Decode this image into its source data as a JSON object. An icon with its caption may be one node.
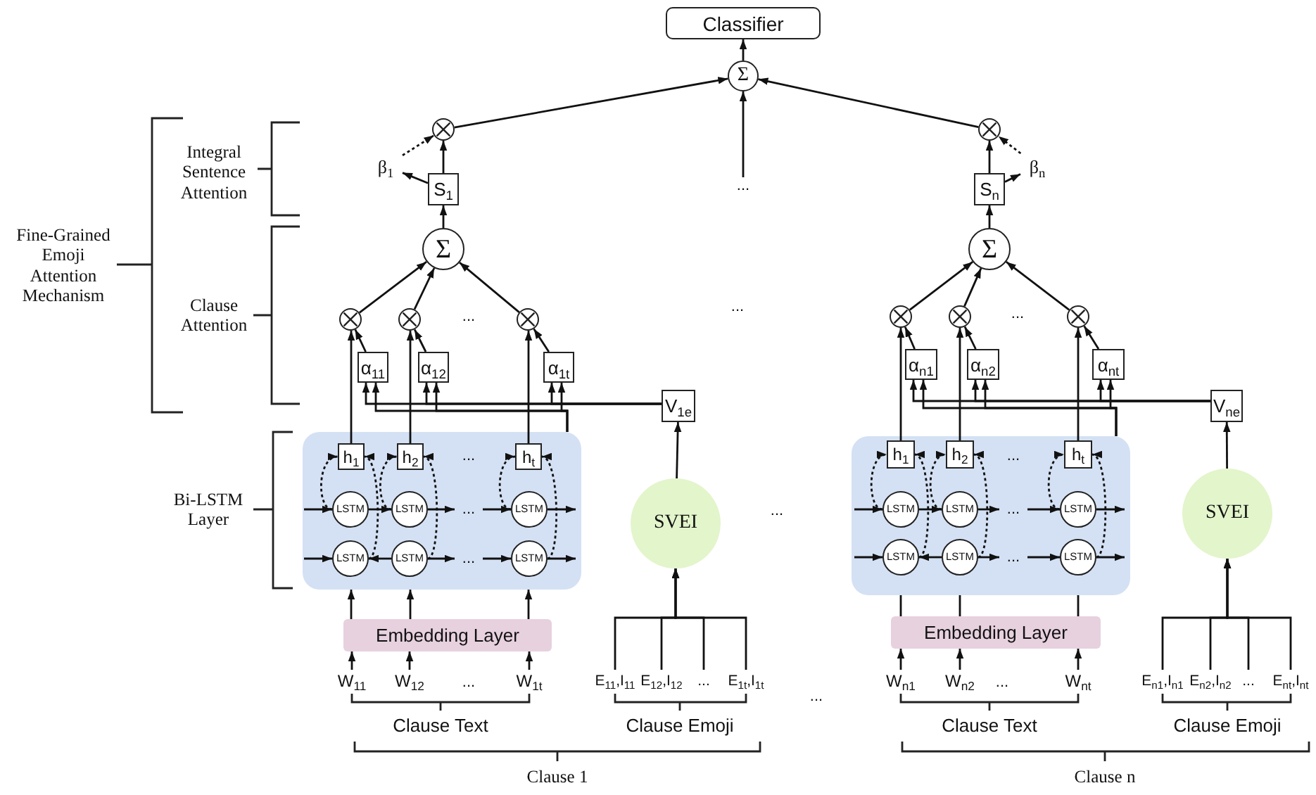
{
  "diagram": {
    "nodes": [
      {
        "text": [
          "Classifier"
        ]
      },
      {
        "text": [
          "Σ"
        ]
      },
      {
        "text": [
          "..."
        ]
      },
      {
        "text": [],
        "shape": "circle"
      },
      {
        "text": [
          "β$_{1}$"
        ]
      },
      {
        "text": [
          "S$_{1}$"
        ]
      },
      {
        "text": [
          "Σ"
        ]
      },
      {
        "text": [],
        "shape": "circle"
      },
      {
        "text": [],
        "shape": "circle"
      },
      {
        "text": [],
        "shape": "circle"
      },
      {
        "text": [
          "α$_{11}$"
        ]
      },
      {
        "text": [
          "α$_{12}$"
        ]
      },
      {
        "text": [
          "α$_{1t}$"
        ]
      },
      {
        "text": [
          "V$_{1e}$"
        ]
      },
      {
        "text": [],
        "shape": "box"
      },
      {
        "text": [
          "h$_{1}$"
        ],
        "in": 14
      },
      {
        "text": [
          "h$_{2}$"
        ],
        "in": 14
      },
      {
        "text": [
          "h$_{t}$"
        ],
        "in": 14
      },
      {
        "text": [
          "LSTM"
        ],
        "in": 14
      },
      {
        "text": [
          "LSTM"
        ],
        "in": 14
      },
      {
        "text": [
          "LSTM"
        ],
        "in": 14
      },
      {
        "text": [
          "LSTM"
        ],
        "in": 14
      },
      {
        "text": [
          "LSTM"
        ],
        "in": 14
      },
      {
        "text": [
          "LSTM"
        ],
        "in": 14
      },
      {
        "text": [
          "Embedding Layer"
        ]
      },
      {
        "text": [
          "W$_{11}$"
        ]
      },
      {
        "text": [
          "W$_{12}$"
        ]
      },
      {
        "text": [
          "W$_{1t}$"
        ]
      },
      {
        "text": [
          "SVEI"
        ]
      },
      {
        "text": [
          "E$_{11}$,I$_{11}$"
        ]
      },
      {
        "text": [
          "E$_{12}$,I$_{12}$"
        ]
      },
      {
        "text": [
          "..."
        ]
      },
      {
        "text": [
          "E$_{1t}$,I$_{1t}$"
        ]
      },
      {
        "text": [],
        "shape": "circle"
      },
      {
        "text": [
          "β$_{n}$"
        ]
      },
      {
        "text": [
          "S$_{n}$"
        ]
      },
      {
        "text": [
          "Σ"
        ]
      },
      {
        "text": [],
        "shape": "circle"
      },
      {
        "text": [],
        "shape": "circle"
      },
      {
        "text": [],
        "shape": "circle"
      },
      {
        "text": [
          "α$_{n1}$"
        ]
      },
      {
        "text": [
          "α$_{n2}$"
        ]
      },
      {
        "text": [
          "α$_{nt}$"
        ]
      },
      {
        "text": [
          "V$_{ne}$"
        ]
      },
      {
        "text": [],
        "shape": "box"
      },
      {
        "text": [
          "h$_{1}$"
        ],
        "in": 44
      },
      {
        "text": [
          "h$_{2}$"
        ],
        "in": 44
      },
      {
        "text": [
          "h$_{t}$"
        ],
        "in": 44
      },
      {
        "text": [
          "LSTM"
        ],
        "in": 44
      },
      {
        "text": [
          "LSTM"
        ],
        "in": 44
      },
      {
        "text": [
          "LSTM"
        ],
        "in": 44
      },
      {
        "text": [
          "LSTM"
        ],
        "in": 44
      },
      {
        "text": [
          "LSTM"
        ],
        "in": 44
      },
      {
        "text": [
          "LSTM"
        ],
        "in": 44
      },
      {
        "text": [
          "Embedding Layer"
        ]
      },
      {
        "text": [
          "W$_{n1}$"
        ]
      },
      {
        "text": [
          "W$_{n2}$"
        ]
      },
      {
        "text": [
          "W$_{nt}$"
        ]
      },
      {
        "text": [
          "SVEI"
        ]
      },
      {
        "text": [
          "E$_{n1}$,I$_{n1}$"
        ]
      },
      {
        "text": [
          "E$_{n2}$,I$_{n2}$"
        ]
      },
      {
        "text": [
          "..."
        ]
      },
      {
        "text": [
          "E$_{nt}$,I$_{nt}$"
        ]
      },
      {
        "text": [
          "..."
        ],
        "in": 14
      },
      {
        "text": [
          "..."
        ],
        "in": 14
      },
      {
        "text": [
          "..."
        ],
        "in": 44
      },
      {
        "text": [
          "..."
        ],
        "in": 44
      }
    ],
    "edges": [
      {
        "from": 1,
        "to": 0,
        "arrow": "to"
      },
      {
        "from": 2,
        "to": 1,
        "arrow": "to"
      },
      {
        "from": 3,
        "to": 1,
        "arrow": "to"
      },
      {
        "from": 5,
        "to": 3,
        "arrow": "to"
      },
      {
        "from": 5,
        "to": 4,
        "arrow": "to"
      },
      {
        "from": 4,
        "to": 3,
        "arrow": "to",
        "style": "dashed"
      },
      {
        "from": 6,
        "to": 5,
        "arrow": "to"
      },
      {
        "from": 7,
        "to": 6,
        "arrow": "to"
      },
      {
        "from": 8,
        "to": 6,
        "arrow": "to"
      },
      {
        "from": 9,
        "to": 6,
        "arrow": "to"
      },
      {
        "from": 10,
        "to": 7,
        "arrow": "to"
      },
      {
        "from": 11,
        "to": 8,
        "arrow": "to"
      },
      {
        "from": 12,
        "to": 9,
        "arrow": "to"
      },
      {
        "from": 15,
        "to": 7,
        "arrow": "to"
      },
      {
        "from": 16,
        "to": 8,
        "arrow": "to"
      },
      {
        "from": 17,
        "to": 9,
        "arrow": "to"
      },
      {
        "from": 13,
        "to": 10,
        "arrow": "to"
      },
      {
        "from": 13,
        "to": 11,
        "arrow": "to"
      },
      {
        "from": 13,
        "to": 12,
        "arrow": "to"
      },
      {
        "from": 14,
        "to": 10,
        "arrow": "to"
      },
      {
        "from": 14,
        "to": 11,
        "arrow": "to"
      },
      {
        "from": 14,
        "to": 12,
        "arrow": "to"
      },
      {
        "from": 28,
        "to": 13,
        "arrow": "to"
      },
      {
        "from": null,
        "to": 18,
        "arrow": "to"
      },
      {
        "from": 18,
        "to": 19,
        "arrow": "to"
      },
      {
        "from": 19,
        "to": 63,
        "arrow": "to"
      },
      {
        "from": 63,
        "to": 20,
        "arrow": "to"
      },
      {
        "from": 20,
        "to": null,
        "arrow": "to"
      },
      {
        "from": null,
        "to": 21,
        "arrow": "to"
      },
      {
        "from": 22,
        "to": 21,
        "arrow": "to"
      },
      {
        "from": 22,
        "to": 64,
        "arrow": "to"
      },
      {
        "from": 64,
        "to": 23,
        "arrow": "to"
      },
      {
        "from": 23,
        "to": null,
        "arrow": "to"
      },
      {
        "from": 18,
        "to": 15,
        "arrow": "to",
        "style": "dashed"
      },
      {
        "from": 19,
        "to": 16,
        "arrow": "to",
        "style": "dashed"
      },
      {
        "from": 20,
        "to": 17,
        "arrow": "to",
        "style": "dashed"
      },
      {
        "from": 21,
        "to": 15,
        "arrow": "to",
        "style": "dashed"
      },
      {
        "from": 22,
        "to": 16,
        "arrow": "to",
        "style": "dashed"
      },
      {
        "from": 23,
        "to": 17,
        "arrow": "to",
        "style": "dashed"
      },
      {
        "from": 24,
        "to": 14,
        "arrow": "to"
      },
      {
        "from": 24,
        "to": 14,
        "arrow": "to"
      },
      {
        "from": 24,
        "to": 14,
        "arrow": "to"
      },
      {
        "from": 25,
        "to": 24,
        "arrow": "to"
      },
      {
        "from": 26,
        "to": 24,
        "arrow": "to"
      },
      {
        "from": 27,
        "to": 24,
        "arrow": "to"
      },
      {
        "from": 29,
        "to": 28,
        "arrow": "to"
      },
      {
        "from": 30,
        "to": 28,
        "arrow": "to"
      },
      {
        "from": 31,
        "to": 28,
        "arrow": "to"
      },
      {
        "from": 32,
        "to": 28,
        "arrow": "to"
      },
      {
        "from": 33,
        "to": 1,
        "arrow": "to"
      },
      {
        "from": 35,
        "to": 33,
        "arrow": "to"
      },
      {
        "from": 35,
        "to": 34,
        "arrow": "to"
      },
      {
        "from": 34,
        "to": 33,
        "arrow": "to",
        "style": "dashed"
      },
      {
        "from": 36,
        "to": 35,
        "arrow": "to"
      },
      {
        "from": 37,
        "to": 36,
        "arrow": "to"
      },
      {
        "from": 38,
        "to": 36,
        "arrow": "to"
      },
      {
        "from": 39,
        "to": 36,
        "arrow": "to"
      },
      {
        "from": 40,
        "to": 37,
        "arrow": "to"
      },
      {
        "from": 41,
        "to": 38,
        "arrow": "to"
      },
      {
        "from": 42,
        "to": 39,
        "arrow": "to"
      },
      {
        "from": 45,
        "to": 37,
        "arrow": "to"
      },
      {
        "from": 46,
        "to": 38,
        "arrow": "to"
      },
      {
        "from": 47,
        "to": 39,
        "arrow": "to"
      },
      {
        "from": 43,
        "to": 40,
        "arrow": "to"
      },
      {
        "from": 43,
        "to": 41,
        "arrow": "to"
      },
      {
        "from": 43,
        "to": 42,
        "arrow": "to"
      },
      {
        "from": 44,
        "to": 40,
        "arrow": "to"
      },
      {
        "from": 44,
        "to": 41,
        "arrow": "to"
      },
      {
        "from": 44,
        "to": 42,
        "arrow": "to"
      },
      {
        "from": 58,
        "to": 43,
        "arrow": "to"
      },
      {
        "from": null,
        "to": 48,
        "arrow": "to"
      },
      {
        "from": 48,
        "to": 49,
        "arrow": "to"
      },
      {
        "from": 49,
        "to": 65,
        "arrow": "to"
      },
      {
        "from": 65,
        "to": 50,
        "arrow": "to"
      },
      {
        "from": 50,
        "to": null,
        "arrow": "to"
      },
      {
        "from": null,
        "to": 51,
        "arrow": "to"
      },
      {
        "from": 52,
        "to": 51,
        "arrow": "to"
      },
      {
        "from": 52,
        "to": 66,
        "arrow": "to"
      },
      {
        "from": 66,
        "to": 53,
        "arrow": "to"
      },
      {
        "from": 53,
        "to": null,
        "arrow": "to"
      },
      {
        "from": 48,
        "to": 45,
        "arrow": "to",
        "style": "dashed"
      },
      {
        "from": 49,
        "to": 46,
        "arrow": "to",
        "style": "dashed"
      },
      {
        "from": 50,
        "to": 47,
        "arrow": "to",
        "style": "dashed"
      },
      {
        "from": 51,
        "to": 45,
        "arrow": "to",
        "style": "dashed"
      },
      {
        "from": 52,
        "to": 46,
        "arrow": "to",
        "style": "dashed"
      },
      {
        "from": 53,
        "to": 47,
        "arrow": "to",
        "style": "dashed"
      },
      {
        "from": 54,
        "to": 44,
        "arrow": "none"
      },
      {
        "from": 54,
        "to": 44,
        "arrow": "none"
      },
      {
        "from": 54,
        "to": 44,
        "arrow": "none"
      },
      {
        "from": 55,
        "to": 54,
        "arrow": "to"
      },
      {
        "from": 56,
        "to": 54,
        "arrow": "to"
      },
      {
        "from": 57,
        "to": 54,
        "arrow": "to"
      },
      {
        "from": 59,
        "to": 58,
        "arrow": "to"
      },
      {
        "from": 60,
        "to": 58,
        "arrow": "to"
      },
      {
        "from": 61,
        "to": 58,
        "arrow": "to"
      },
      {
        "from": 62,
        "to": 58,
        "arrow": "to"
      }
    ],
    "labels": [
      "Fine-Grained Emoji Attention Mechanism",
      "Integral Sentence Attention",
      "Clause Attention",
      "Bi-LSTM Layer",
      "...",
      "...",
      "...",
      "...",
      "Clause Text",
      "Clause Emoji",
      "Clause 1",
      "...",
      "...",
      "...",
      "...",
      "...",
      "Clause Text",
      "Clause Emoji",
      "Clause n"
    ]
  }
}
